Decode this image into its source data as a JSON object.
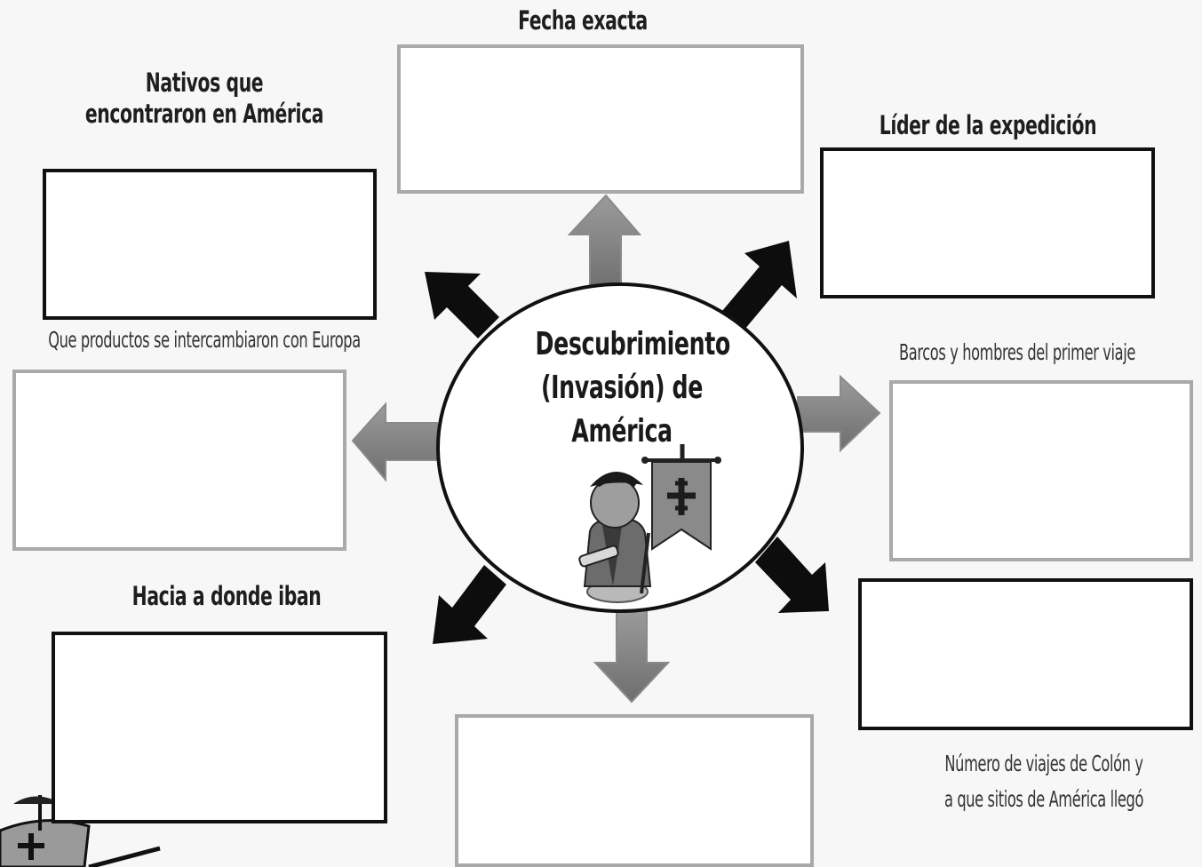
{
  "center": {
    "line1": "Descubrimiento",
    "line2": "(Invasión) de",
    "line3": "América"
  },
  "labels": {
    "fecha": "Fecha exacta",
    "nativos_1": "Nativos que",
    "nativos_2": "encontraron en América",
    "lider": "Líder de la expedición",
    "productos": "Que productos se intercambiaron con Europa",
    "barcos": "Barcos y hombres del primer viaje",
    "hacia": "Hacia a donde iban",
    "numero_1": "Número de viajes de Colón y",
    "numero_2": "a que sitios de América llegó"
  },
  "icons": {
    "explorer": "explorer-figure-icon",
    "flag": "cross-banner-icon",
    "ship": "ship-sail-icon"
  },
  "colors": {
    "dark_arrow": "#0d0d0d",
    "gray_arrow": "#7e7e7e",
    "box_dark_border": "#111111",
    "box_light_border": "#a9a9a9"
  }
}
